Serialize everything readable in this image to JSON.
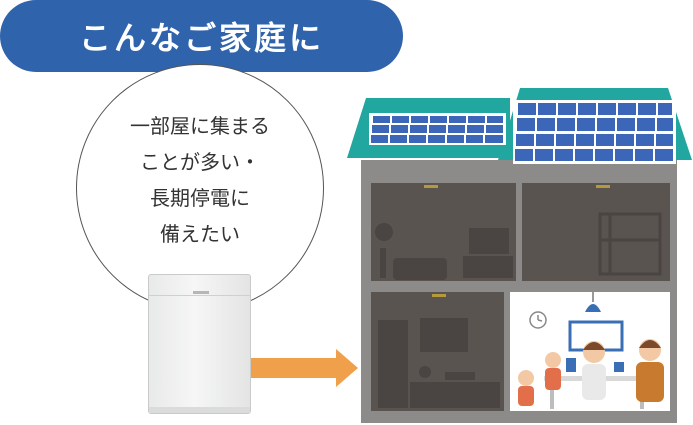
{
  "header": {
    "title": "こんなご家庭に"
  },
  "bubble": {
    "lines": [
      "一部屋に集まる",
      "ことが多い・",
      "長期停電に",
      "備えたい"
    ]
  },
  "colors": {
    "header_bg": "#2f64ad",
    "roof": "#22a7a0",
    "solar_panel": "#3c66b8",
    "arrow": "#f0a04b",
    "wall": "#8c8b89",
    "room_dark": "#595450",
    "room_lit": "#ffffff"
  },
  "icons": {
    "battery": "home-storage-battery-icon",
    "arrow": "arrow-right-icon",
    "house": "house-cutaway-illustration"
  }
}
